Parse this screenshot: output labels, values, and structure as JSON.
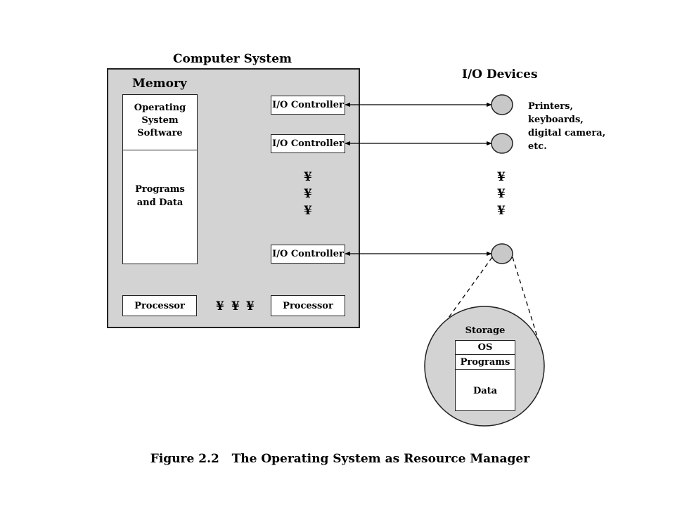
{
  "computer_system": {
    "title": "Computer System",
    "memory_title": "Memory",
    "os_software": "Operating System Software",
    "programs_and_data": "Programs and Data",
    "io_controllers": [
      "I/O Controller",
      "I/O Controller",
      "I/O Controller"
    ],
    "processors": [
      "Processor",
      "Processor"
    ],
    "ellipsis_symbol": "¥"
  },
  "io_devices": {
    "title": "I/O Devices",
    "examples": "Printers, keyboards, digital camera, etc."
  },
  "storage": {
    "title": "Storage",
    "os": "OS",
    "programs": "Programs",
    "data": "Data"
  },
  "caption": "Figure 2.2   The Operating System as Resource Manager"
}
